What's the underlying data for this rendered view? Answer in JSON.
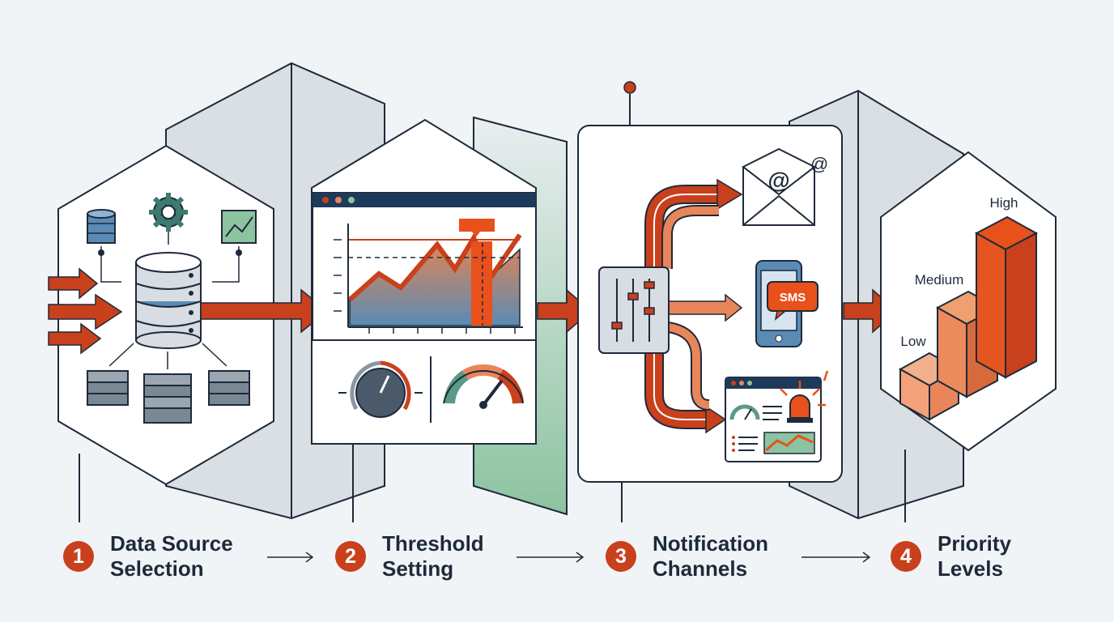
{
  "colors": {
    "orange": "#c8401c",
    "light_orange": "#e8865a",
    "navy": "#1e2a3a",
    "teal": "#3d6f7a",
    "green": "#8cc3a0",
    "blue": "#5a8bb5",
    "gray_panel": "#d7dde2",
    "background": "#f1f4f6"
  },
  "steps": [
    {
      "number": "1",
      "line1": "Data Source",
      "line2": "Selection"
    },
    {
      "number": "2",
      "line1": "Threshold",
      "line2": "Setting"
    },
    {
      "number": "3",
      "line1": "Notification",
      "line2": "Channels"
    },
    {
      "number": "4",
      "line1": "Priority",
      "line2": "Levels"
    }
  ],
  "channels": {
    "email_symbol": "@",
    "at_symbol": "@",
    "sms_label": "SMS"
  },
  "priority": {
    "low": "Low",
    "medium": "Medium",
    "high": "High"
  },
  "icons": [
    "database-icon",
    "gear-icon",
    "line-chart-icon",
    "server-icon",
    "dial-icon",
    "gauge-icon",
    "mixer-icon",
    "envelope-icon",
    "phone-icon",
    "dashboard-icon",
    "siren-icon",
    "cube-icon"
  ]
}
